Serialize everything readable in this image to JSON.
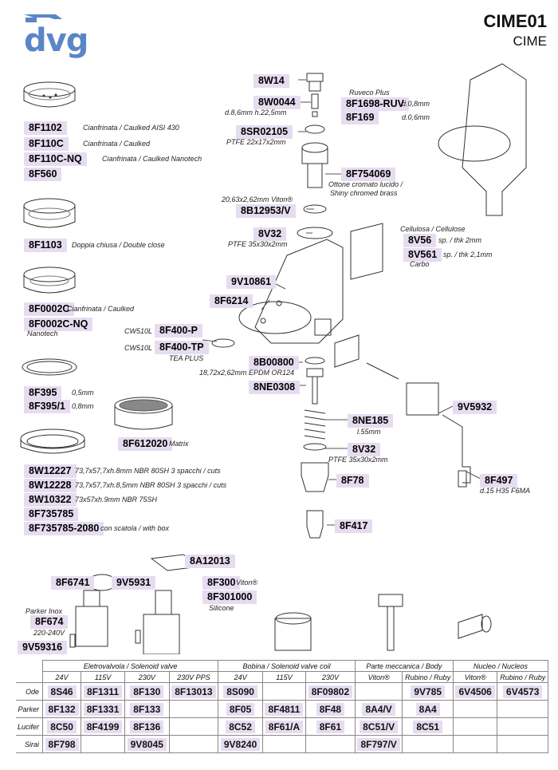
{
  "brand": {
    "logo": "dvg",
    "title": "CIME01",
    "subtitle": "CIME"
  },
  "labels": {
    "l8F1102": {
      "code": "8F1102",
      "desc": "Cianfrinata / Caulked AISI 430"
    },
    "l8F110C": {
      "code": "8F110C",
      "desc": "Cianfrinata / Caulked"
    },
    "l8F110CNQ": {
      "code": "8F110C-NQ",
      "desc": "Cianfrinata / Caulked Nanotech"
    },
    "l8F560": {
      "code": "8F560"
    },
    "l8F1103": {
      "code": "8F1103",
      "desc": "Doppia chiusa / Double close"
    },
    "l8F0002C": {
      "code": "8F0002C",
      "desc": "Cianfrinata / Caulked"
    },
    "l8F0002CNQ": {
      "code": "8F0002C-NQ",
      "desc": "Nanotech"
    },
    "l8F395": {
      "code": "8F395",
      "desc": "0,5mm"
    },
    "l8F3951": {
      "code": "8F395/1",
      "desc": "0,8mm"
    },
    "l8F612020": {
      "code": "8F612020",
      "desc": "Matrix"
    },
    "l8W12227": {
      "code": "8W12227",
      "desc": "73,7x57,7xh.8mm NBR 80SH 3 spacchi / cuts"
    },
    "l8W12228": {
      "code": "8W12228",
      "desc": "73,7x57,7xh.8,5mm NBR 80SH 3 spacchi / cuts"
    },
    "l8W10322": {
      "code": "8W10322",
      "desc": "73x57xh.9mm NBR 75SH"
    },
    "l8F735785": {
      "code": "8F735785"
    },
    "l8F7357852080": {
      "code": "8F735785-2080",
      "desc": "con scatola / with box"
    },
    "l8W14": {
      "code": "8W14"
    },
    "l8W0044": {
      "code": "8W0044",
      "desc": "d.8,6mm h.22,5mm"
    },
    "ruveco": "Ruveco Plus",
    "l8F1698": {
      "code": "8F1698-RUV",
      "desc": "d.0,8mm"
    },
    "l8F169": {
      "code": "8F169",
      "desc": "d.0,6mm"
    },
    "l8SR02105": {
      "code": "8SR02105",
      "desc": "PTFE 22x17x2mm"
    },
    "l8F754069": {
      "code": "8F754069",
      "desc1": "Ottone cromato lucido /",
      "desc2": "Shiny chromed brass"
    },
    "l8B12953": {
      "code": "8B12953/V",
      "desc": "20,63x2,62mm Viton®"
    },
    "l8V32a": {
      "code": "8V32",
      "desc": "PTFE 35x30x2mm"
    },
    "cellulosa": "Cellulosa / Cellulose",
    "l8V56": {
      "code": "8V56",
      "desc": "sp. / thk 2mm"
    },
    "l8V561": {
      "code": "8V561",
      "desc": "sp. / thk 2,1mm"
    },
    "carbo": "Carbo",
    "l9V10861": {
      "code": "9V10861"
    },
    "l8F6214": {
      "code": "8F6214"
    },
    "l8F400P": {
      "pre": "CW510L",
      "code": "8F400-P"
    },
    "l8F400TP": {
      "pre": "CW510L",
      "code": "8F400-TP",
      "desc": "TEA PLUS"
    },
    "l8B00800": {
      "code": "8B00800",
      "desc": "18,72x2,62mm EPDM OR124"
    },
    "l8NE0308": {
      "code": "8NE0308"
    },
    "l9V5932": {
      "code": "9V5932"
    },
    "l8NE185": {
      "code": "8NE185",
      "desc": "l.55mm"
    },
    "l8V32b": {
      "code": "8V32",
      "desc": "PTFE 35x30x2mm"
    },
    "l8F78": {
      "code": "8F78"
    },
    "l8F497": {
      "code": "8F497",
      "desc": "d.15 H35 F6MA"
    },
    "l8F417": {
      "code": "8F417"
    },
    "l8A12013": {
      "code": "8A12013"
    },
    "l8F6741": {
      "code": "8F6741"
    },
    "l9V5931": {
      "code": "9V5931"
    },
    "l8F300": {
      "code": "8F300",
      "desc": "Viton®"
    },
    "l8F301000": {
      "code": "8F301000",
      "desc": "Silicone"
    },
    "parker_inox": "Parker Inox",
    "l8F674": {
      "code": "8F674",
      "desc": "220-240V"
    },
    "l9V59316": {
      "code": "9V59316"
    }
  },
  "table": {
    "groups": [
      "Eletrovalvola / Solenoid valve",
      "Bobina / Solenoid valve coil",
      "Parte meccanica / Body",
      "Nucleo / Nucleos"
    ],
    "subheads": [
      "24V",
      "115V",
      "230V",
      "230V PPS",
      "24V",
      "115V",
      "230V",
      "Viton®",
      "Rubino / Ruby",
      "Viton®",
      "Rubino / Ruby"
    ],
    "rows": [
      {
        "label": "Ode",
        "cells": [
          "8S46",
          "8F1311",
          "8F130",
          "8F13013",
          "8S090",
          "",
          "8F09802",
          "",
          "9V785",
          "6V4506",
          "6V4573"
        ]
      },
      {
        "label": "Parker",
        "cells": [
          "8F132",
          "8F1331",
          "8F133",
          "",
          "8F05",
          "8F4811",
          "8F48",
          "8A4/V",
          "8A4",
          "",
          ""
        ]
      },
      {
        "label": "Lucifer",
        "cells": [
          "8C50",
          "8F4199",
          "8F136",
          "",
          "8C52",
          "8F61/A",
          "8F61",
          "8C51/V",
          "8C51",
          "",
          ""
        ]
      },
      {
        "label": "Sirai",
        "cells": [
          "8F798",
          "",
          "9V8045",
          "",
          "9V8240",
          "",
          "",
          "8F797/V",
          "",
          "",
          ""
        ]
      }
    ]
  }
}
